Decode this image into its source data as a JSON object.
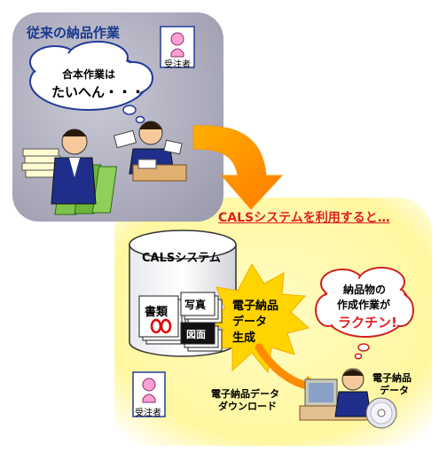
{
  "before": {
    "title": "従来の納品作業",
    "bubble_line1": "合本作業は",
    "bubble_line2": "たいへん・・・",
    "role": "受注者",
    "colors": {
      "panel": "#a7a7b8",
      "title": "#1a3a8f"
    }
  },
  "after": {
    "title": "CALSシステムを利用すると…",
    "system_label": "CALSシステム",
    "docs": {
      "shorui": "書類",
      "shashin": "写真",
      "zumen": "図面"
    },
    "generate_line1": "電子納品",
    "generate_line2": "データ",
    "generate_line3": "生成",
    "bubble_line1": "納品物の",
    "bubble_line2": "作成作業が",
    "bubble_line3": "ラクチン!",
    "download_line1": "電子納品データ",
    "download_line2": "ダウンロード",
    "data_line1": "電子納品",
    "data_line2": "データ",
    "role": "受注者",
    "colors": {
      "panel": "#fffaa8",
      "title": "#e02020",
      "burst": "#ffd400",
      "arrow": "#ff9a00"
    }
  }
}
